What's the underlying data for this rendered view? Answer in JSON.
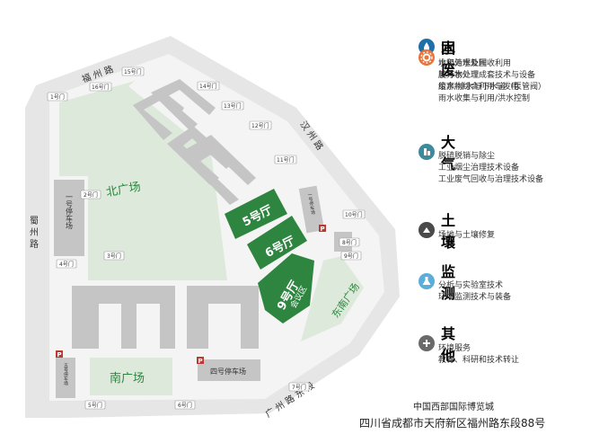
{
  "roads": {
    "top": "福 州 路",
    "left": "蜀 州 路",
    "right": "汉 州 路",
    "bottom_right": "广 州 路 东 段"
  },
  "gates": [
    "1号门",
    "2号门",
    "3号门",
    "4号门",
    "5号门",
    "6号门",
    "7号门",
    "8号门",
    "9号门",
    "10号门",
    "11号门",
    "12号门",
    "13号门",
    "14号门",
    "15号门",
    "16号门"
  ],
  "areas": {
    "north_square": "北广场",
    "south_square": "南广场",
    "southeast_square": "东南广场",
    "parking1": "一号停车场",
    "parking4": "四号停车场",
    "parking5": "五号停车场",
    "parking_small": "一号停车场",
    "parking_icon": "P"
  },
  "halls": {
    "hall5": "5号厅",
    "hall6": "6号厅",
    "hall9": "9号厅",
    "hall9_sub": "会议区"
  },
  "legend": [
    {
      "title": "水",
      "color": "#1f6fa8",
      "icon": "water-drop-icon",
      "items": [
        "水和污水处理",
        "膜与水处理",
        "给水/排水与下水道（泵管阀）",
        "雨水收集与利用/洪水控制"
      ]
    },
    {
      "title": "固废",
      "color": "#e8743b",
      "icon": "gear-icon",
      "items": [
        "垃圾处理及回收利用",
        "废弃物处理成套技术与设备",
        "废弃物综合利用与发电"
      ]
    },
    {
      "title": "大气",
      "color": "#3d8a9c",
      "icon": "factory-icon",
      "items": [
        "脱硫脱销与除尘",
        "工业烟尘治理技术设备",
        "工业废气回收与治理技术设备"
      ]
    },
    {
      "title": "土壤",
      "color": "#4a4a4a",
      "icon": "soil-icon",
      "items": [
        "场地与土壤修复"
      ]
    },
    {
      "title": "监测",
      "color": "#5aaed8",
      "icon": "flask-icon",
      "items": [
        "分析与实验室技术",
        "环境监测技术与装备"
      ]
    },
    {
      "title": "其他",
      "color": "#6a6a6a",
      "icon": "tools-icon",
      "items": [
        "环境服务",
        "教育、科研和技术转让"
      ]
    }
  ],
  "venue": "中国西部国际博览城",
  "address": "四川省成都市天府新区福州路东段88号",
  "colors": {
    "hall_green": "#2e8540",
    "square_green": "#dde9da",
    "building_gray": "#c5c5c5",
    "road_gray": "#e6e6e6"
  }
}
